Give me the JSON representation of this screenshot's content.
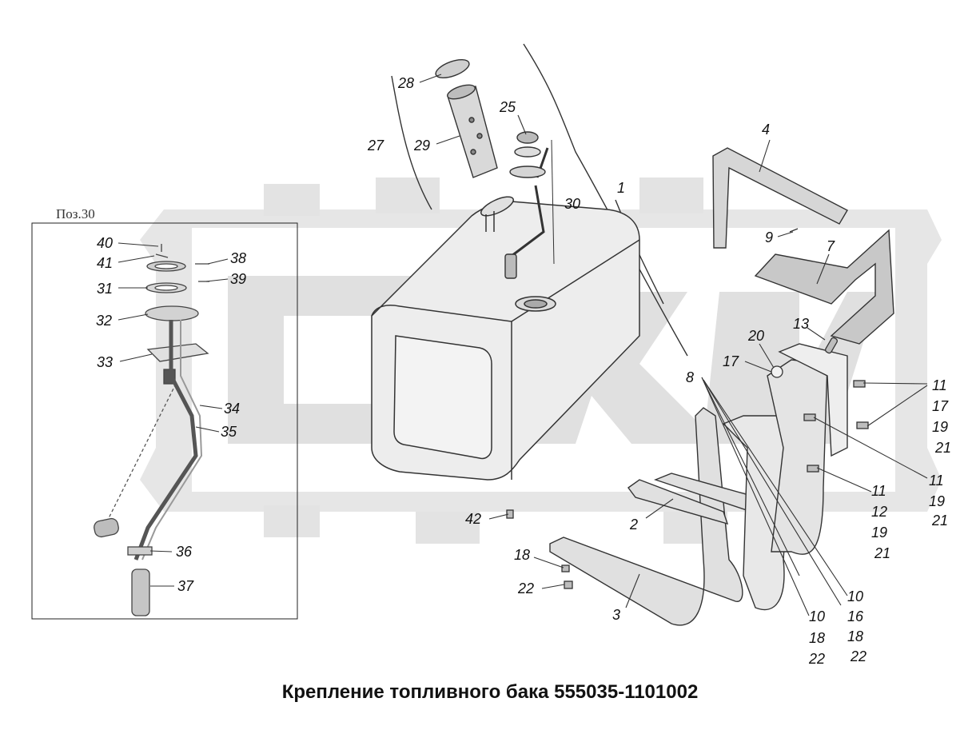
{
  "title": "Крепление топливного бака 555035-1101002",
  "inset": {
    "caption": "Поз.30"
  },
  "callouts": {
    "c1": "1",
    "c2": "2",
    "c3": "3",
    "c4": "4",
    "c7": "7",
    "c8": "8",
    "c9": "9",
    "c10a": "10",
    "c10b": "10",
    "c11a": "11",
    "c11b": "11",
    "c11c": "11",
    "c12": "12",
    "c13": "13",
    "c16": "16",
    "c17a": "17",
    "c17b": "17",
    "c18a": "18",
    "c18b": "18",
    "c18c": "18",
    "c19a": "19",
    "c19b": "19",
    "c19c": "19",
    "c20": "20",
    "c21a": "21",
    "c21b": "21",
    "c21c": "21",
    "c22a": "22",
    "c22b": "22",
    "c22c": "22",
    "c25": "25",
    "c27": "27",
    "c28": "28",
    "c29": "29",
    "c30": "30",
    "c31": "31",
    "c32": "32",
    "c33": "33",
    "c34": "34",
    "c35": "35",
    "c36": "36",
    "c37": "37",
    "c38": "38",
    "c39": "39",
    "c40": "40",
    "c41": "41",
    "c42": "42"
  },
  "colors": {
    "watermark": "#e2e2e2",
    "part_fill": "#ececec",
    "line": "#333333",
    "ink": "#111111"
  }
}
